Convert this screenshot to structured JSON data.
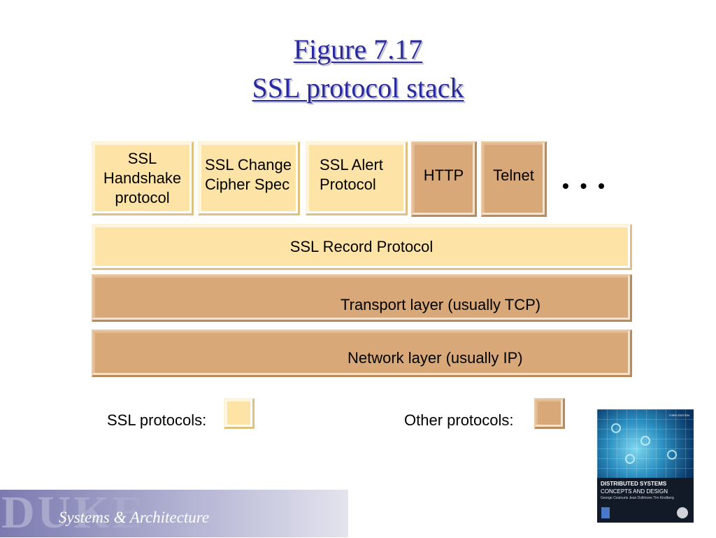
{
  "title": {
    "line1": "Figure 7.17",
    "line2": "SSL protocol stack"
  },
  "colors": {
    "ssl_protocol": "#fde3a6",
    "other_protocol": "#d8a878",
    "title": "#2a2aa0"
  },
  "stack": {
    "top_row": [
      {
        "label": "SSL Handshake protocol",
        "kind": "ssl"
      },
      {
        "label": "SSL Change Cipher Spec",
        "kind": "ssl"
      },
      {
        "label": "SSL Alert Protocol",
        "kind": "ssl"
      },
      {
        "label": "HTTP",
        "kind": "other"
      },
      {
        "label": "Telnet",
        "kind": "other"
      }
    ],
    "ellipsis": "• • •",
    "record": "SSL Record Protocol",
    "transport": "Transport layer (usually TCP)",
    "network": "Network layer (usually IP)"
  },
  "legend": {
    "ssl_label": "SSL protocols:",
    "other_label": "Other protocols:"
  },
  "footer": {
    "logo": "DUKE",
    "subtitle": "Systems & Architecture"
  },
  "book": {
    "title": "DISTRIBUTED SYSTEMS",
    "subtitle": "CONCEPTS AND DESIGN",
    "authors": "George Coulouris   Jean Dollimore   Tim Kindberg",
    "edition": "THIRD EDITION"
  }
}
